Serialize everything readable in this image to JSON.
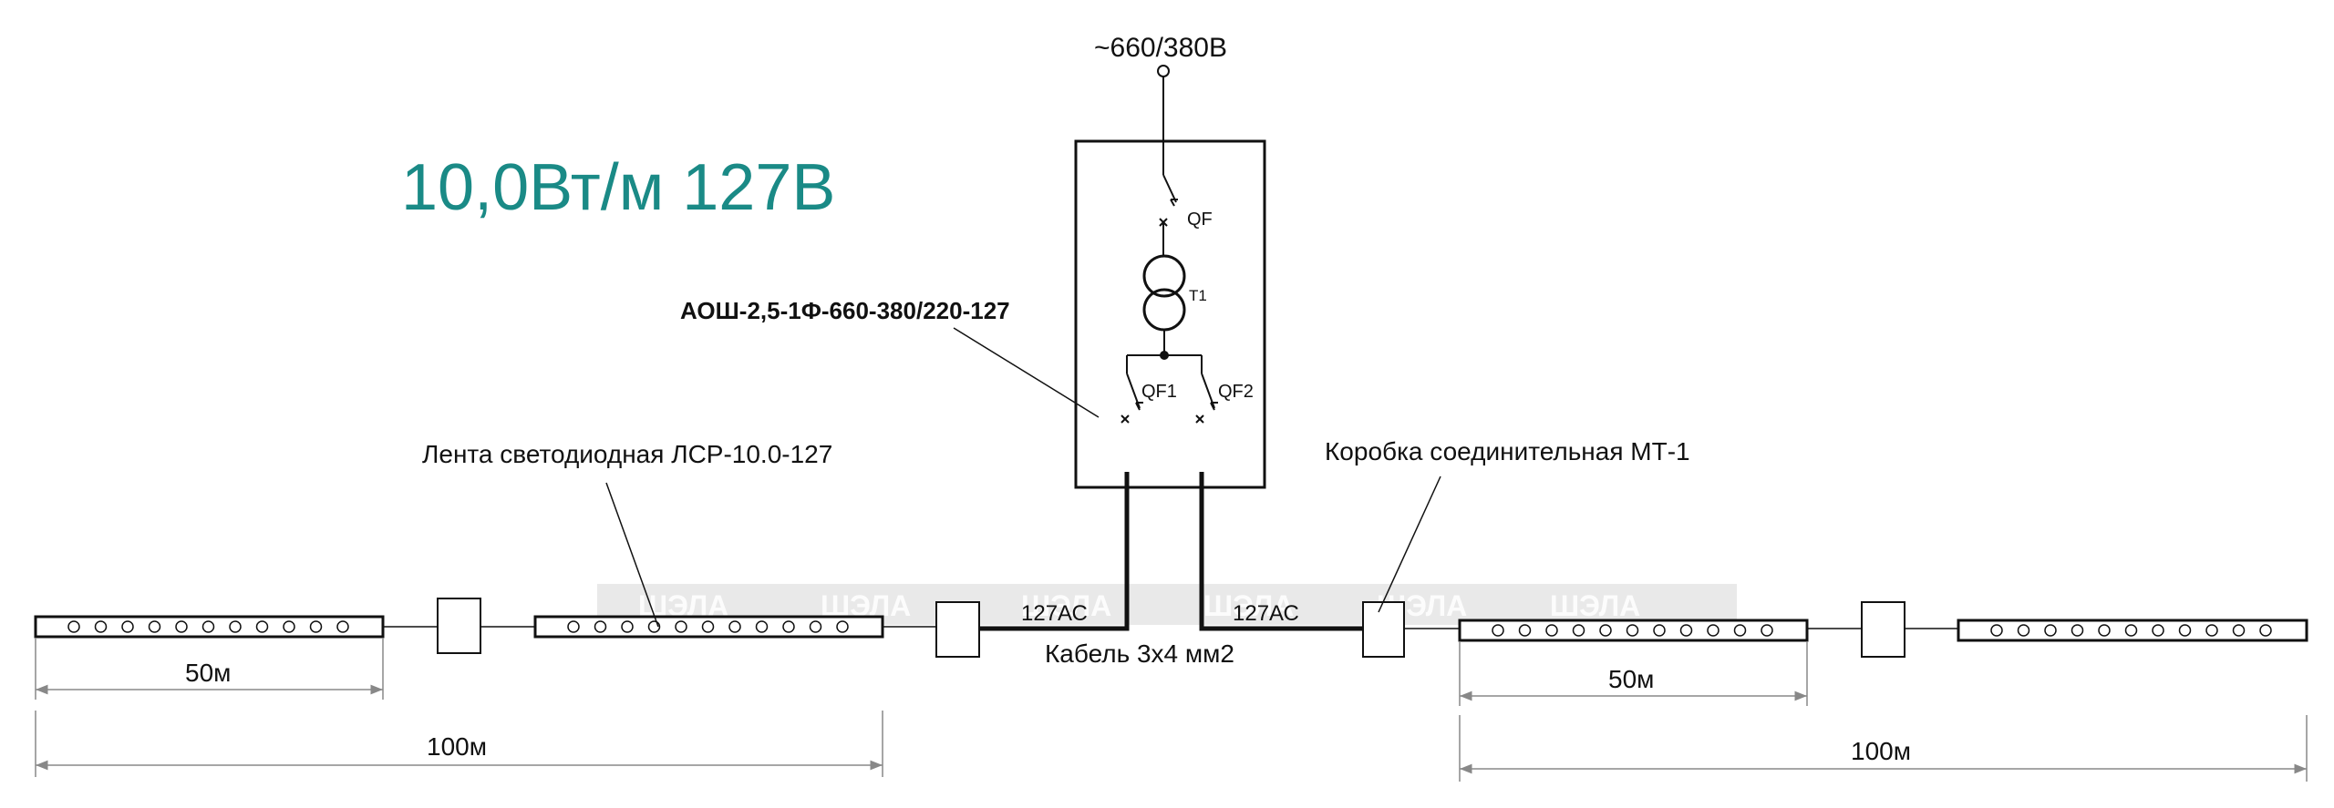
{
  "heading": "10,0Вт/м 127В",
  "supply_label": "~660/380В",
  "unit_label": "АОШ-2,5-1Ф-660-380/220-127",
  "breaker_main": "QF",
  "transformer": "T1",
  "breaker_1": "QF1",
  "breaker_2": "QF2",
  "led_strip_label": "Лента светодиодная ЛСР-10.0-127",
  "junction_box_label": "Коробка соединительная МТ-1",
  "cable_label": "Кабель 3х4 мм2",
  "voltage_left": "127АС",
  "voltage_right": "127АС",
  "dim_left_50": "50м",
  "dim_left_100": "100м",
  "dim_right_50": "50м",
  "dim_right_100": "100м",
  "watermark": "ШЭЛА",
  "colors": {
    "heading": "#1a8a86",
    "line": "#111111",
    "dimension": "#888888",
    "watermark_band": "#e6e6e6"
  }
}
